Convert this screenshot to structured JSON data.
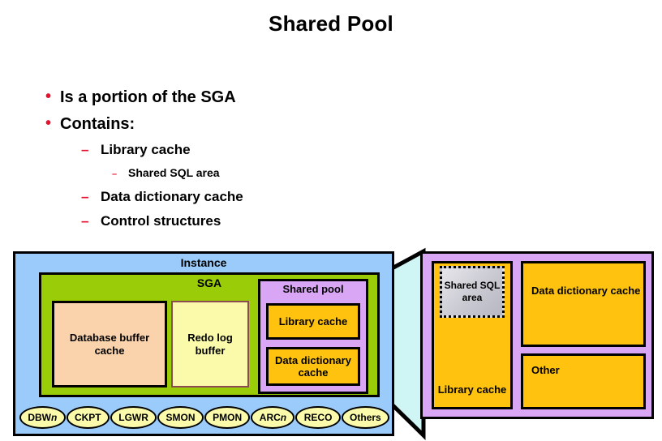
{
  "slide": {
    "title": "Shared Pool"
  },
  "bullets": [
    {
      "level": 1,
      "marker": "•",
      "text": "Is a portion of the SGA"
    },
    {
      "level": 1,
      "marker": "•",
      "text": "Contains:"
    },
    {
      "level": 2,
      "marker": "–",
      "text": "Library cache"
    },
    {
      "level": 3,
      "marker": "–",
      "text": "Shared SQL area"
    },
    {
      "level": 2,
      "marker": "–",
      "text": "Data dictionary cache"
    },
    {
      "level": 2,
      "marker": "–",
      "text": "Control structures"
    }
  ],
  "diagram": {
    "instance_label": "Instance",
    "sga_label": "SGA",
    "database_buffer_cache_label": "Database buffer cache",
    "redo_log_buffer_label": "Redo log buffer",
    "shared_pool_label": "Shared pool",
    "library_cache_label": "Library cache",
    "data_dictionary_cache_label": "Data dictionary cache",
    "processes": [
      {
        "name": "DBWn",
        "prefix": "DBW",
        "suffix": "n"
      },
      {
        "name": "CKPT",
        "prefix": "CKPT",
        "suffix": ""
      },
      {
        "name": "LGWR",
        "prefix": "LGWR",
        "suffix": ""
      },
      {
        "name": "SMON",
        "prefix": "SMON",
        "suffix": ""
      },
      {
        "name": "PMON",
        "prefix": "PMON",
        "suffix": ""
      },
      {
        "name": "ARCn",
        "prefix": "ARC",
        "suffix": "n"
      },
      {
        "name": "RECO",
        "prefix": "RECO",
        "suffix": ""
      },
      {
        "name": "Others",
        "prefix": "Others",
        "suffix": ""
      }
    ]
  },
  "detail_panel": {
    "shared_sql_area_label": "Shared SQL area",
    "library_cache_label": "Library cache",
    "data_dictionary_cache_label": "Data dictionary cache",
    "other_label": "Other"
  },
  "colors": {
    "bullet_red": "#E8112D",
    "instance_blue": "#9BCBFA",
    "sga_green": "#9ACD08",
    "buffer_cache_peach": "#FAD2AC",
    "redo_log_yellow": "#FAFAAA",
    "shared_pool_purple": "#D9A5F5",
    "cache_gold": "#FFC20E",
    "connector_cyan": "#CFF5F5",
    "sql_area_gray": "#C9C9D2",
    "text_black": "#000000"
  }
}
